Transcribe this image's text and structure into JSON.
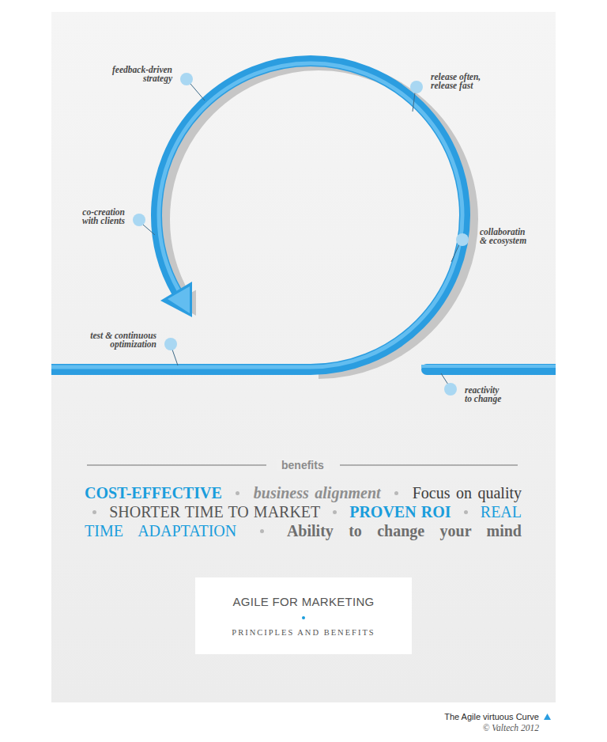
{
  "diagram": {
    "caption": "The Agile virtuous Curve",
    "nodes": [
      {
        "text": [
          "AGILE FOR MARKETING",
          "PRINCIPLES AND BENEFITS"
        ]
      }
    ],
    "labels": [
      "feedback-driven strategy",
      "release often, release fast",
      "co-creation with clients",
      "collaboratin & ecosystem",
      "test & continuous optimization",
      "reactivity to change",
      "benefits",
      "COST-EFFECTIVE",
      "business alignment",
      "Focus on quality",
      "SHORTER TIME TO MARKET",
      "PROVEN ROI",
      "REAL TIME ADAPTATION",
      "Ability to change your mind",
      "© Valtech 2012"
    ]
  }
}
